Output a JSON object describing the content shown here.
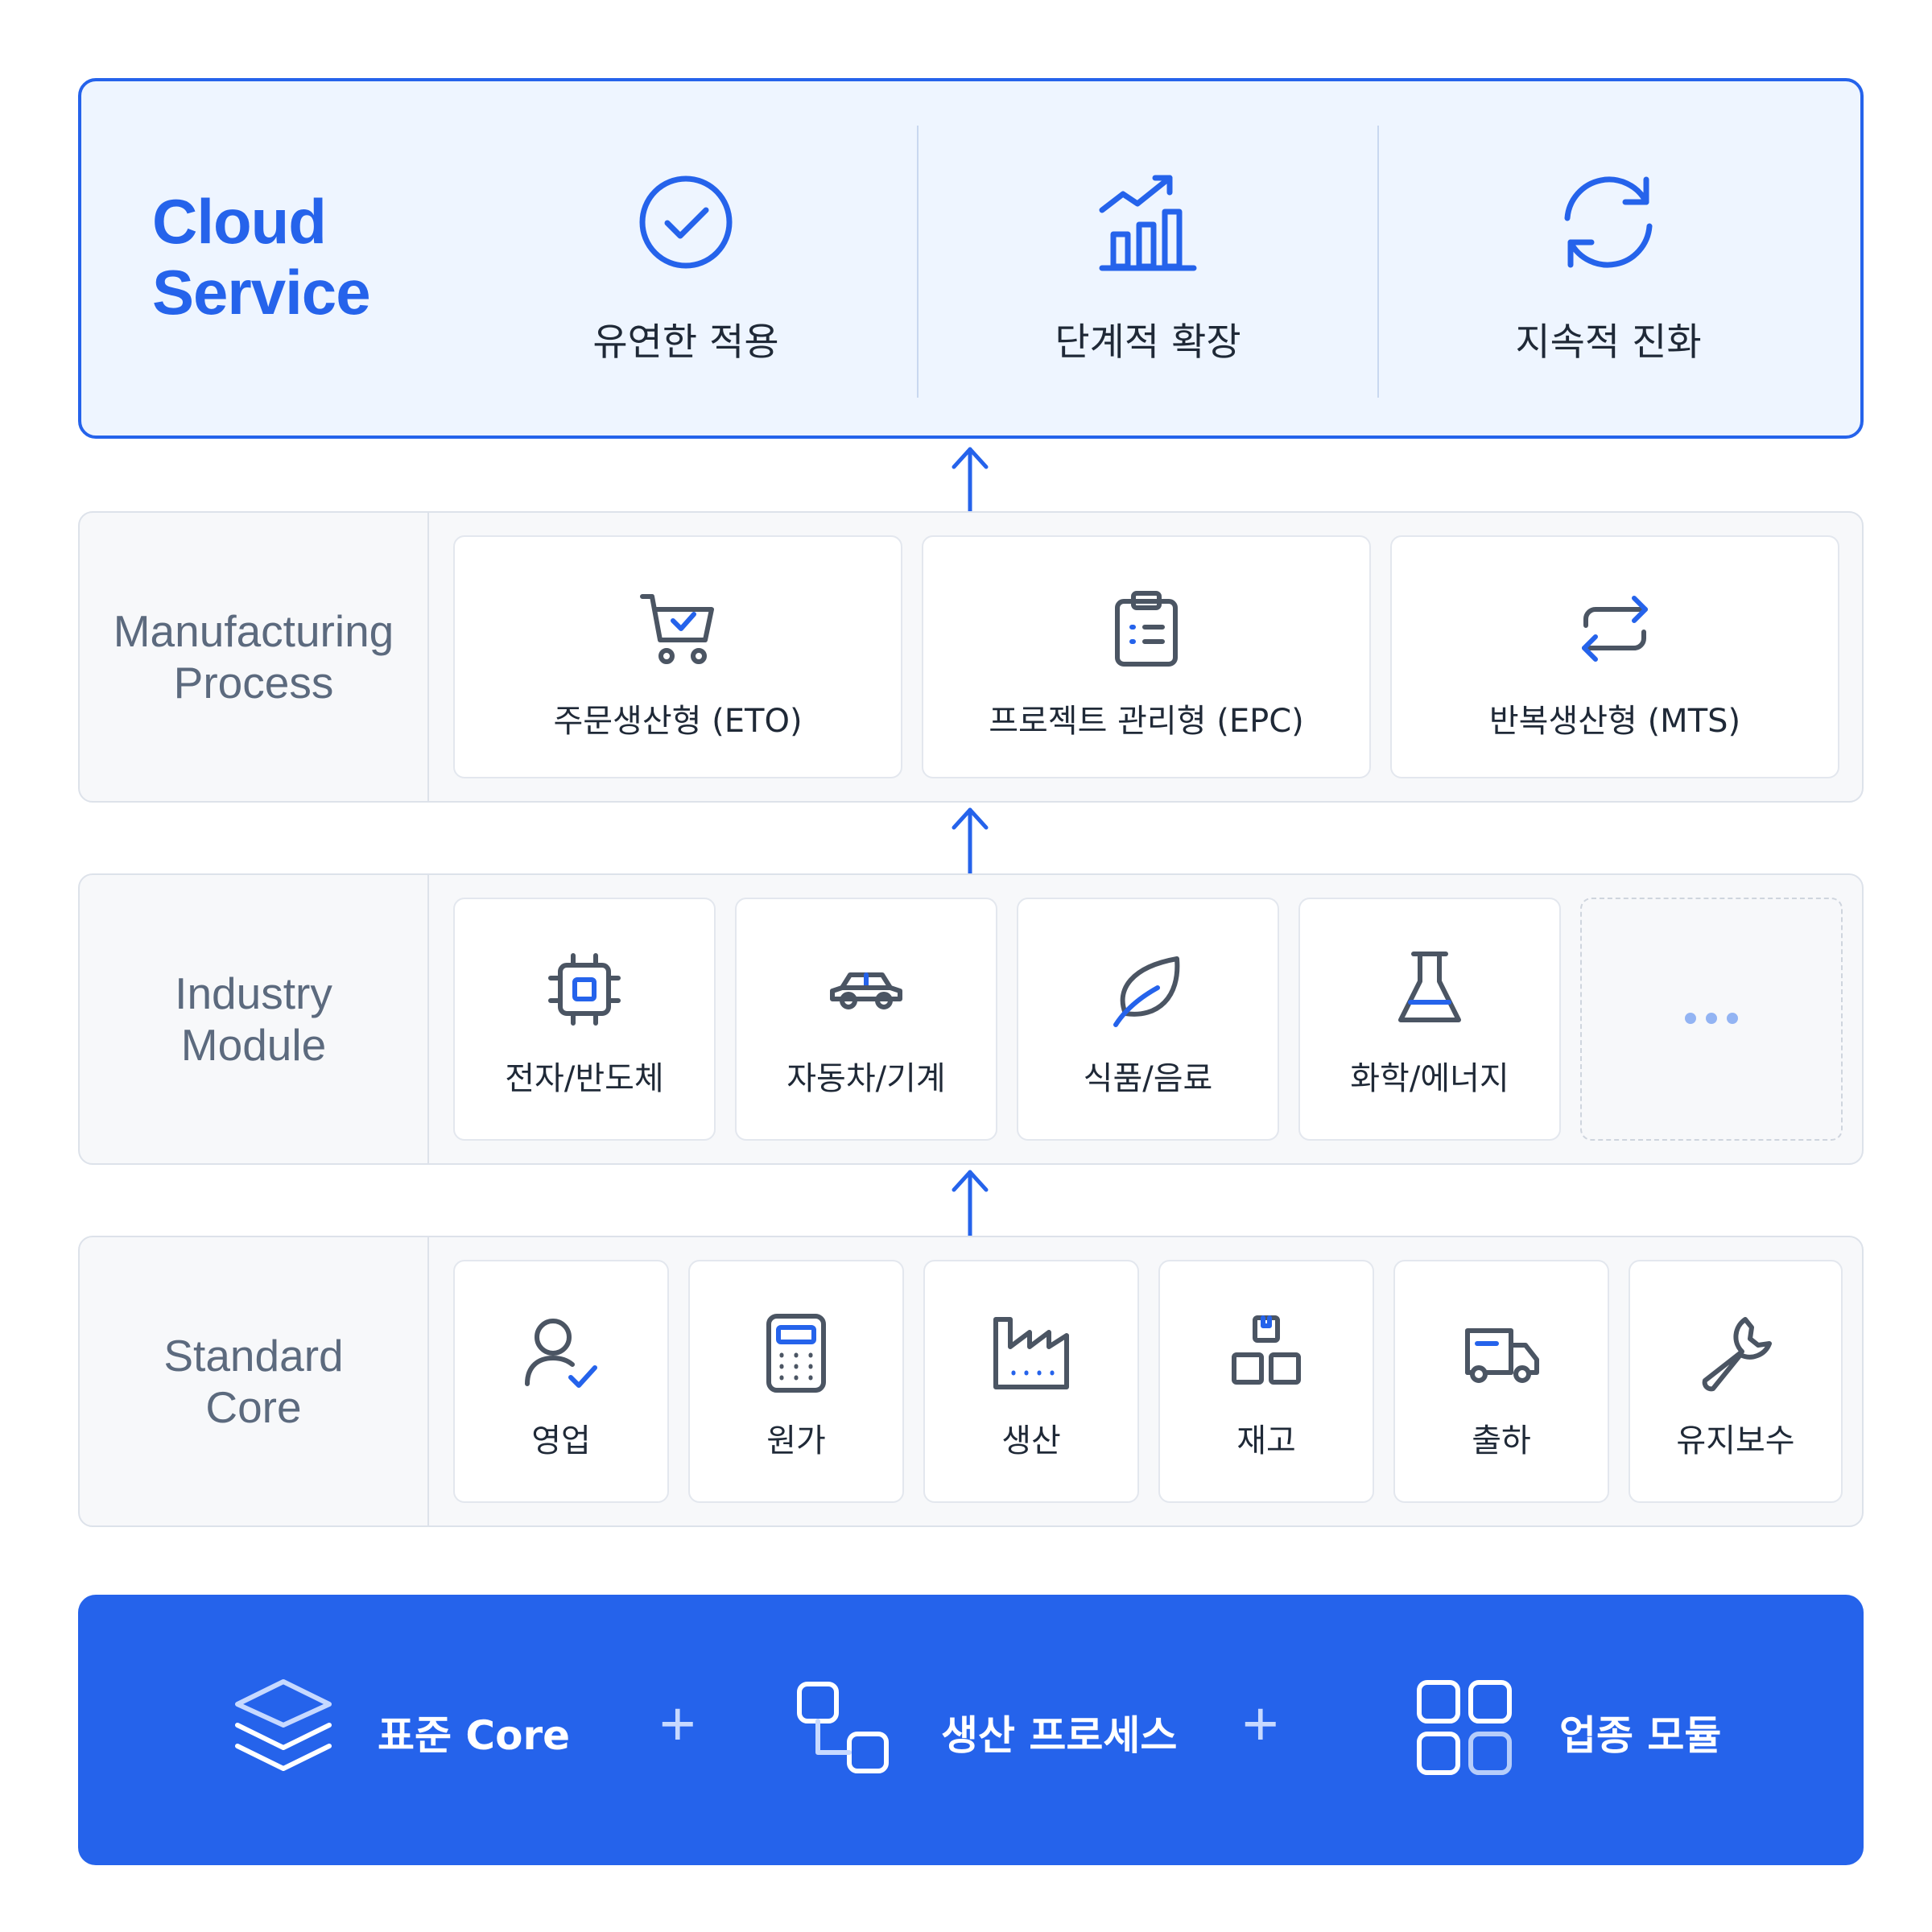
{
  "colors": {
    "accent": "#2563eb",
    "label_gray": "#5c6a7e",
    "panel_bg": "#eef5ff",
    "layer_bg": "#f7f8fa"
  },
  "cloud": {
    "title_line1": "Cloud",
    "title_line2": "Service",
    "items": [
      {
        "label": "유연한 적용",
        "icon": "check-circle-icon"
      },
      {
        "label": "단계적 확장",
        "icon": "growth-chart-icon"
      },
      {
        "label": "지속적 진화",
        "icon": "refresh-icon"
      }
    ]
  },
  "manufacturing": {
    "label": "Manufacturing\nProcess",
    "items": [
      {
        "label": "주문생산형 (ETO)",
        "icon": "cart-icon"
      },
      {
        "label": "프로젝트 관리형 (EPC)",
        "icon": "clipboard-icon"
      },
      {
        "label": "반복생산형 (MTS)",
        "icon": "repeat-icon"
      }
    ]
  },
  "industry": {
    "label": "Industry\nModule",
    "items": [
      {
        "label": "전자/반도체",
        "icon": "chip-icon"
      },
      {
        "label": "자동차/기계",
        "icon": "car-icon"
      },
      {
        "label": "식품/음료",
        "icon": "leaf-icon"
      },
      {
        "label": "화학/에너지",
        "icon": "flask-icon"
      },
      {
        "label": "",
        "icon": "more-icon"
      }
    ]
  },
  "standard": {
    "label": "Standard\nCore",
    "items": [
      {
        "label": "영업",
        "icon": "user-check-icon"
      },
      {
        "label": "원가",
        "icon": "calculator-icon"
      },
      {
        "label": "생산",
        "icon": "factory-icon"
      },
      {
        "label": "재고",
        "icon": "boxes-icon"
      },
      {
        "label": "출하",
        "icon": "truck-icon"
      },
      {
        "label": "유지보수",
        "icon": "wrench-icon"
      }
    ]
  },
  "banner": {
    "items": [
      {
        "label": "표준 Core",
        "icon": "layers-icon"
      },
      {
        "label": "생산 프로세스",
        "icon": "process-icon"
      },
      {
        "label": "업종 모듈",
        "icon": "grid-icon"
      }
    ],
    "plus": "+"
  }
}
